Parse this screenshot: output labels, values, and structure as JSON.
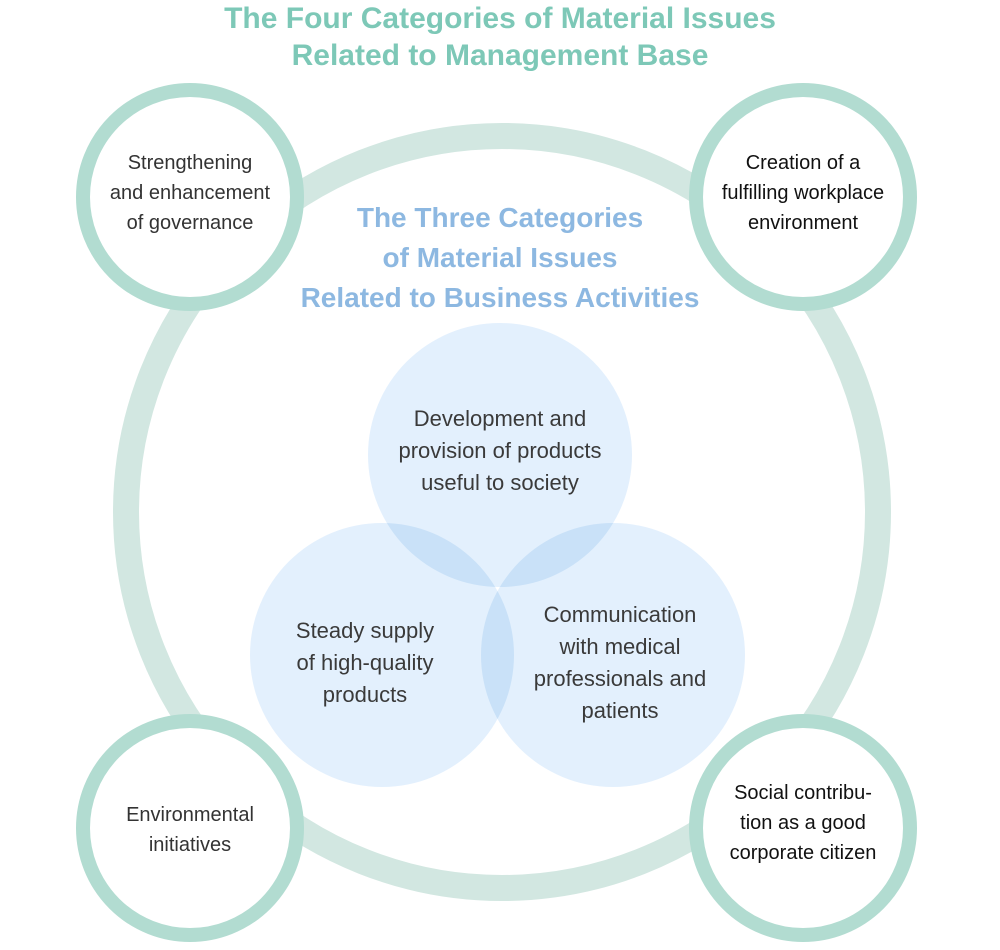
{
  "title": {
    "line1": "The Four Categories of Material Issues",
    "line2": "Related to Management Base"
  },
  "subtitle": {
    "line1": "The Three Categories",
    "line2": "of Material Issues",
    "line3": "Related to Business Activities"
  },
  "management_base": [
    {
      "lines": [
        "Strengthening",
        "and enhancement",
        "of governance"
      ]
    },
    {
      "lines": [
        "Creation of a",
        "fulfilling workplace",
        "environment"
      ]
    },
    {
      "lines": [
        "Environmental",
        "initiatives"
      ]
    },
    {
      "lines": [
        "Social contribu-",
        "tion as a good",
        "corporate citizen"
      ]
    }
  ],
  "business_activities": [
    {
      "lines": [
        "Development and",
        "provision of products",
        "useful to society"
      ]
    },
    {
      "lines": [
        "Steady supply",
        "of high-quality",
        "products"
      ]
    },
    {
      "lines": [
        "Communication",
        "with medical",
        "professionals and",
        "patients"
      ]
    }
  ],
  "colors": {
    "ring": "#d2e7e1",
    "node_ring": "#b2dcd1",
    "title": "#7dc8b7",
    "subtitle": "#8db8e1",
    "bubble": "#dcedfc",
    "overlap": "#c5dff8"
  }
}
